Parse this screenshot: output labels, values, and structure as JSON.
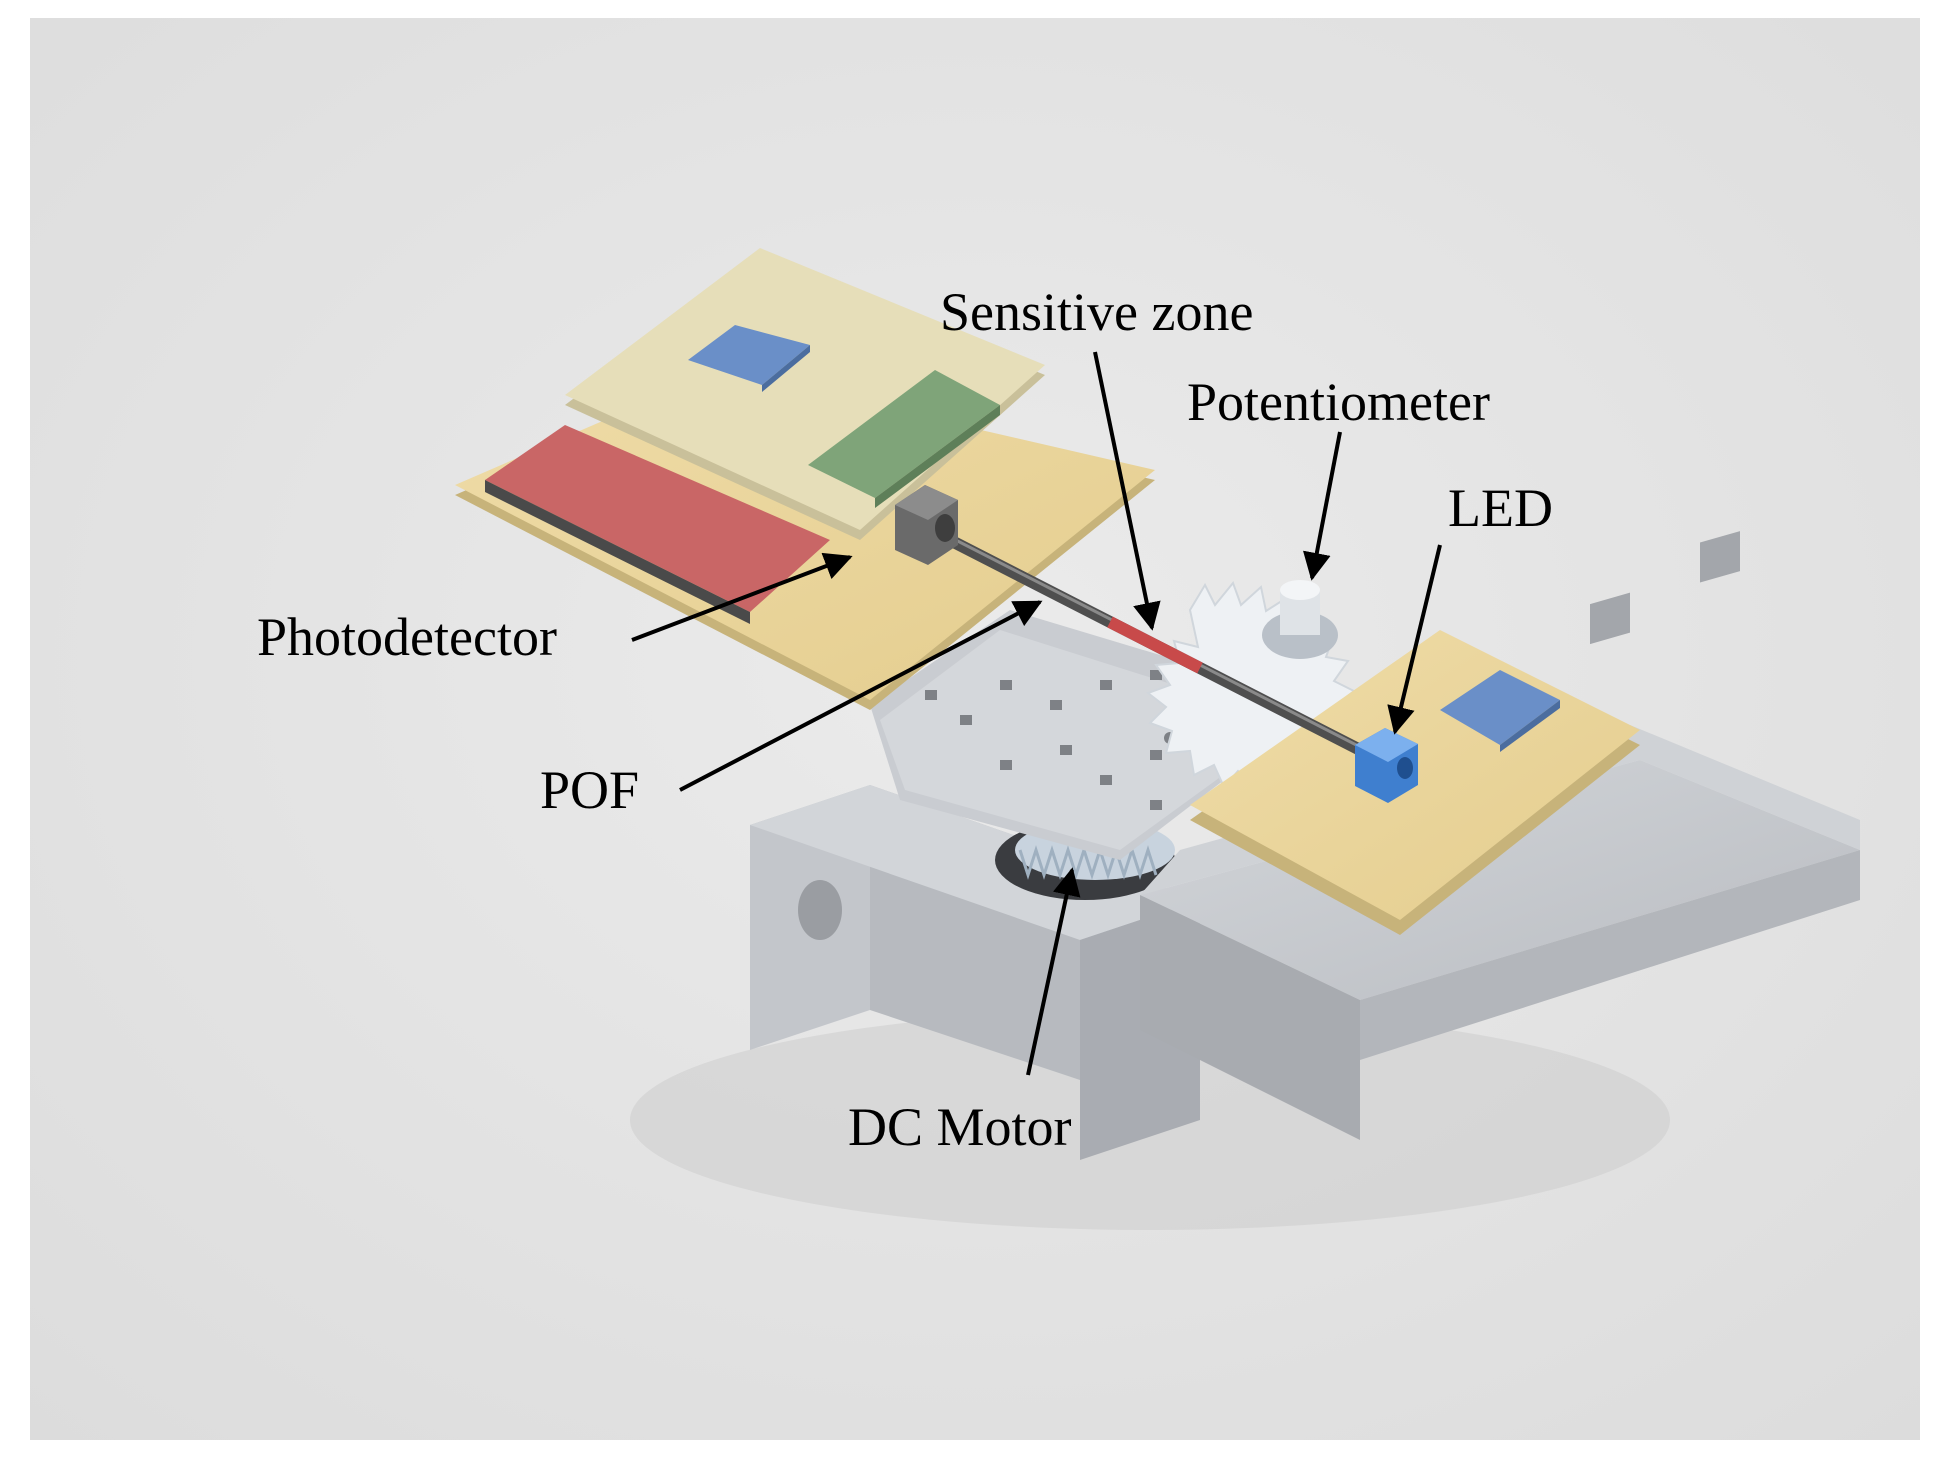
{
  "labels": {
    "sensitive_zone": "Sensitive zone",
    "potentiometer": "Potentiometer",
    "led": "LED",
    "photodetector": "Photodetector",
    "pof": "POF",
    "dc_motor": "DC Motor"
  },
  "colors": {
    "background": "#e4e4e4",
    "housing": "#c8cbd0",
    "board": "#ead7a0",
    "board_top": "#e5ddb8",
    "chip_red": "#c96666",
    "chip_green": "#7fa479",
    "chip_blue": "#6a8fc8",
    "fiber": "#5a5a5a",
    "sensitive_zone": "#c84a4a",
    "led": "#4f8fd8",
    "gear": "#eef1f4"
  }
}
